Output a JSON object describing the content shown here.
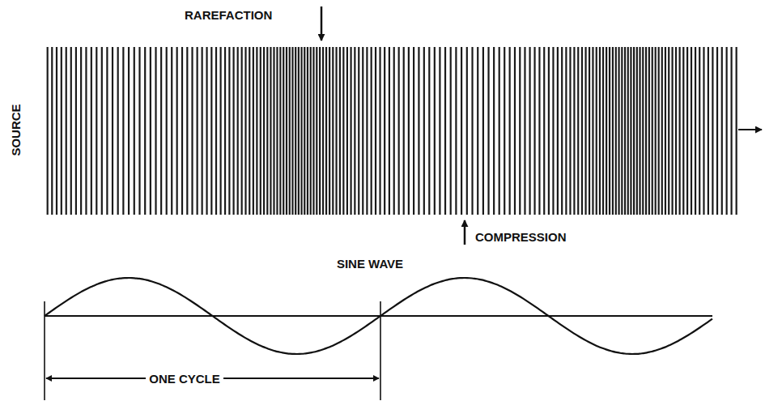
{
  "diagram": {
    "labels": [
      "RAREFACTION",
      "SOURCE",
      "COMPRESSION",
      "SINE WAVE",
      "ONE CYCLE"
    ]
  }
}
